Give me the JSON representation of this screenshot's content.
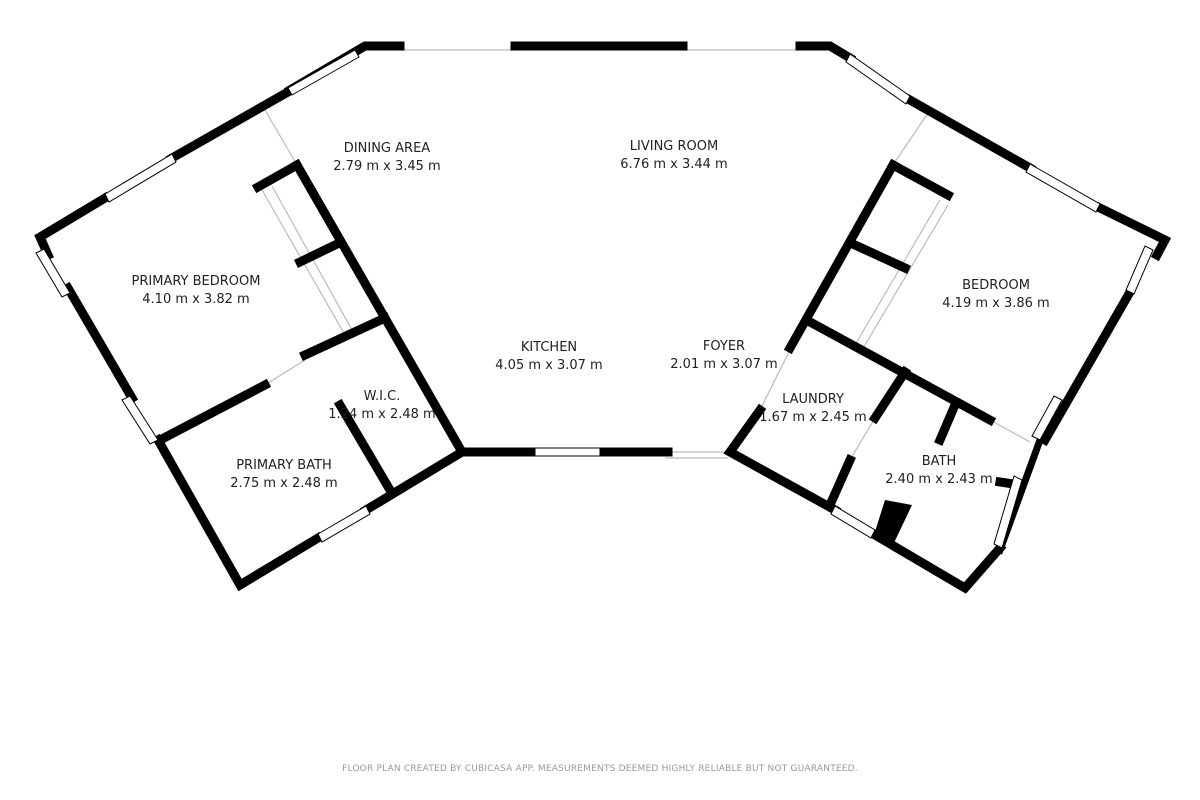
{
  "rooms": [
    {
      "name": "DINING AREA",
      "size": "2.79 m x 3.45 m"
    },
    {
      "name": "LIVING ROOM",
      "size": "6.76 m x 3.44 m"
    },
    {
      "name": "PRIMARY BEDROOM",
      "size": "4.10 m x 3.82 m"
    },
    {
      "name": "BEDROOM",
      "size": "4.19 m x 3.86 m"
    },
    {
      "name": "KITCHEN",
      "size": "4.05 m x 3.07 m"
    },
    {
      "name": "FOYER",
      "size": "2.01 m x 3.07 m"
    },
    {
      "name": "W.I.C.",
      "size": "1.24 m x 2.48 m"
    },
    {
      "name": "LAUNDRY",
      "size": "1.67 m x 2.45 m"
    },
    {
      "name": "PRIMARY BATH",
      "size": "2.75 m x 2.48 m"
    },
    {
      "name": "BATH",
      "size": "2.40 m x 2.43 m"
    }
  ],
  "footer": "FLOOR PLAN CREATED BY CUBICASA APP. MEASUREMENTS DEEMED HIGHLY RELIABLE BUT NOT GUARANTEED.",
  "colors": {
    "wall": "#000000",
    "footer": "#9a9a9a"
  }
}
